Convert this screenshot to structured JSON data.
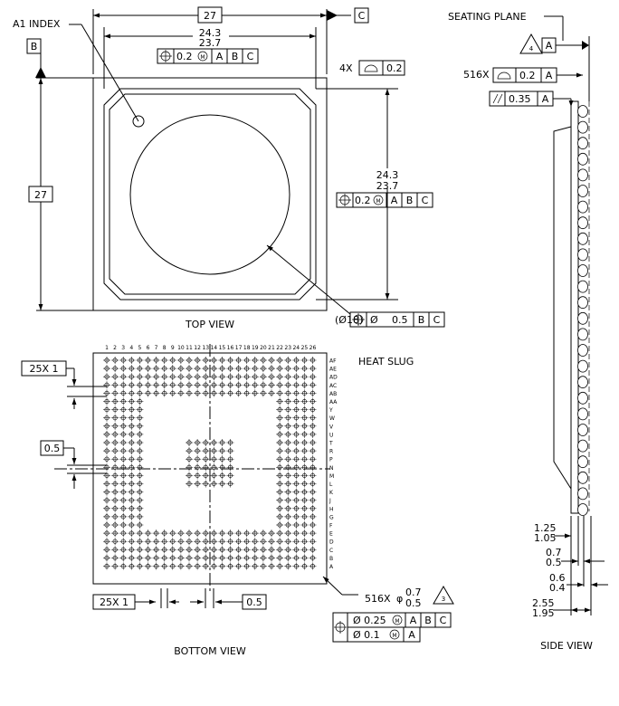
{
  "top_view": {
    "caption": "TOP VIEW",
    "body_width": "27",
    "body_height": "27",
    "datum_b": "B",
    "datum_c": "C",
    "a1_index": "A1 INDEX",
    "dim_w_max": "24.3",
    "dim_w_min": "23.7",
    "dim_h_max": "24.3",
    "dim_h_min": "23.7",
    "tol_value": "0.2",
    "datums": [
      "A",
      "B",
      "C"
    ],
    "corner_count": "4X",
    "corner_tol": "0.2",
    "slug_dia": "(Ø18)",
    "slug_tol_symbol": "Ø",
    "slug_tol": "0.5",
    "slug_datums": [
      "B",
      "C"
    ]
  },
  "bottom_view": {
    "caption": "BOTTOM VIEW",
    "heat_slug": "HEAT SLUG",
    "col_numbers": [
      "1",
      "2",
      "3",
      "4",
      "5",
      "6",
      "7",
      "8",
      "9",
      "10",
      "11",
      "12",
      "13",
      "14",
      "15",
      "16",
      "17",
      "18",
      "19",
      "20",
      "21",
      "22",
      "23",
      "24",
      "25",
      "26"
    ],
    "row_letters": [
      "AF",
      "AE",
      "AD",
      "AC",
      "AB",
      "AA",
      "Y",
      "W",
      "V",
      "U",
      "T",
      "R",
      "P",
      "N",
      "M",
      "L",
      "K",
      "J",
      "H",
      "G",
      "F",
      "E",
      "D",
      "C",
      "B",
      "A"
    ],
    "pitch_count_left": "25X  1",
    "pitch_count_bottom": "25X  1",
    "ball_pitch_left": "0.5",
    "ball_pitch_bottom": "0.5",
    "ball_count": "516X",
    "ball_dia_prefix": "φ",
    "ball_dia_max": "0.7",
    "ball_dia_min": "0.5",
    "note_number": "3",
    "fcf_row1_dia": "Ø 0.25",
    "fcf_row1_datums": [
      "A",
      "B",
      "C"
    ],
    "fcf_row2_dia": "Ø 0.1",
    "fcf_row2_datum": "A"
  },
  "side_view": {
    "caption": "SIDE VIEW",
    "seating_plane": "SEATING PLANE",
    "note_number": "4",
    "datum_a": "A",
    "coplanarity_count": "516X",
    "coplanarity_tol": "0.2",
    "coplanarity_datum": "A",
    "parallelism_tol": "0.35",
    "parallelism_datum": "A",
    "dim1_max": "1.25",
    "dim1_min": "1.05",
    "dim2_max": "0.7",
    "dim2_min": "0.5",
    "dim3_max": "0.6",
    "dim3_min": "0.4",
    "dim4_max": "2.55",
    "dim4_min": "1.95"
  }
}
